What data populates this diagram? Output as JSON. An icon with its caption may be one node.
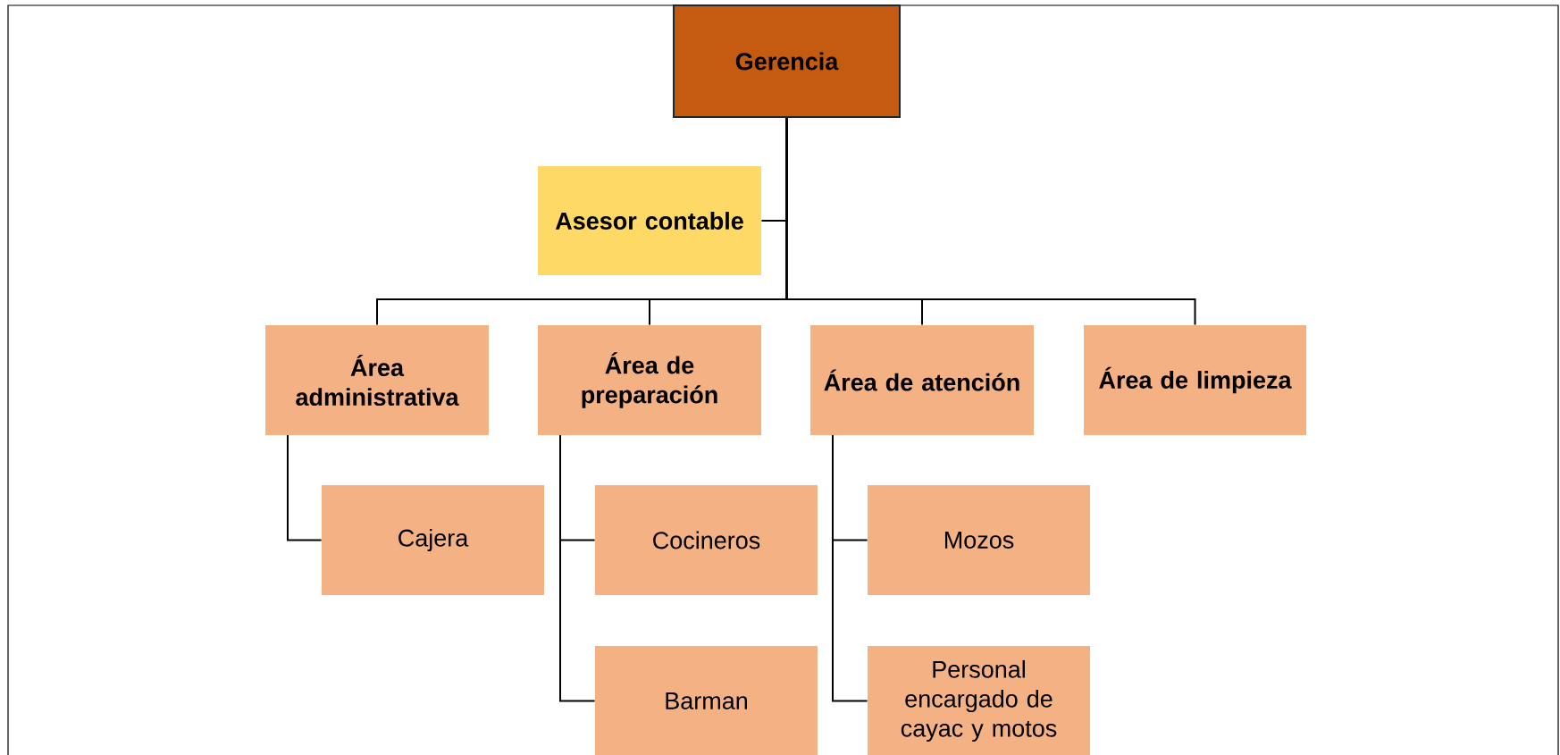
{
  "diagram": {
    "nodes": [
      {
        "text": [
          "Gerencia"
        ]
      },
      {
        "text": [
          "Asesor contable"
        ]
      },
      {
        "text": [
          "Área administrativa"
        ]
      },
      {
        "text": [
          "Área de preparación"
        ]
      },
      {
        "text": [
          "Área de atención"
        ]
      },
      {
        "text": [
          "Área de limpieza"
        ]
      },
      {
        "text": [
          "Cajera"
        ]
      },
      {
        "text": [
          "Cocineros"
        ]
      },
      {
        "text": [
          "Barman"
        ]
      },
      {
        "text": [
          "Mozos"
        ]
      },
      {
        "text": [
          "Personal encargado de cayac y motos"
        ]
      }
    ],
    "edges": [
      {
        "from": 0,
        "to": 1,
        "arrow": "none"
      },
      {
        "from": 0,
        "to": 2,
        "arrow": "none"
      },
      {
        "from": 0,
        "to": 3,
        "arrow": "none"
      },
      {
        "from": 0,
        "to": 4,
        "arrow": "none"
      },
      {
        "from": 0,
        "to": 5,
        "arrow": "none"
      },
      {
        "from": 2,
        "to": 6,
        "arrow": "none"
      },
      {
        "from": 3,
        "to": 7,
        "arrow": "none"
      },
      {
        "from": 3,
        "to": 8,
        "arrow": "none"
      },
      {
        "from": 4,
        "to": 9,
        "arrow": "none"
      },
      {
        "from": 4,
        "to": 10,
        "arrow": "none"
      }
    ]
  }
}
